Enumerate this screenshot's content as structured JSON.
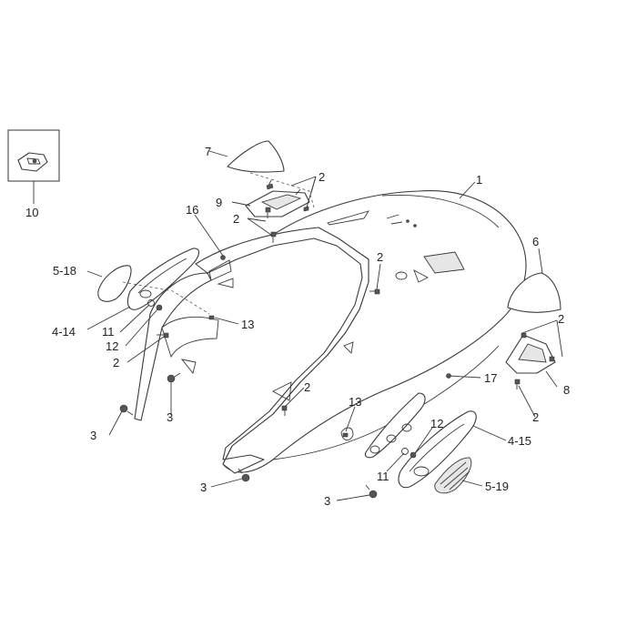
{
  "callouts": [
    {
      "id": "c1",
      "text": "1"
    },
    {
      "id": "c2a",
      "text": "2"
    },
    {
      "id": "c2b",
      "text": "2"
    },
    {
      "id": "c2c",
      "text": "2"
    },
    {
      "id": "c2d",
      "text": "2"
    },
    {
      "id": "c2e",
      "text": "2"
    },
    {
      "id": "c2f",
      "text": "2"
    },
    {
      "id": "c2g",
      "text": "2"
    },
    {
      "id": "c3a",
      "text": "3"
    },
    {
      "id": "c3b",
      "text": "3"
    },
    {
      "id": "c3c",
      "text": "3"
    },
    {
      "id": "c3d",
      "text": "3"
    },
    {
      "id": "c4-14",
      "text": "4-14"
    },
    {
      "id": "c4-15",
      "text": "4-15"
    },
    {
      "id": "c5-18",
      "text": "5-18"
    },
    {
      "id": "c5-19",
      "text": "5-19"
    },
    {
      "id": "c6",
      "text": "6"
    },
    {
      "id": "c7",
      "text": "7"
    },
    {
      "id": "c8",
      "text": "8"
    },
    {
      "id": "c9",
      "text": "9"
    },
    {
      "id": "c10",
      "text": "10"
    },
    {
      "id": "c11a",
      "text": "11"
    },
    {
      "id": "c11b",
      "text": "11"
    },
    {
      "id": "c12a",
      "text": "12"
    },
    {
      "id": "c12b",
      "text": "12"
    },
    {
      "id": "c13a",
      "text": "13"
    },
    {
      "id": "c13b",
      "text": "13"
    },
    {
      "id": "c16",
      "text": "16"
    },
    {
      "id": "c17",
      "text": "17"
    }
  ]
}
